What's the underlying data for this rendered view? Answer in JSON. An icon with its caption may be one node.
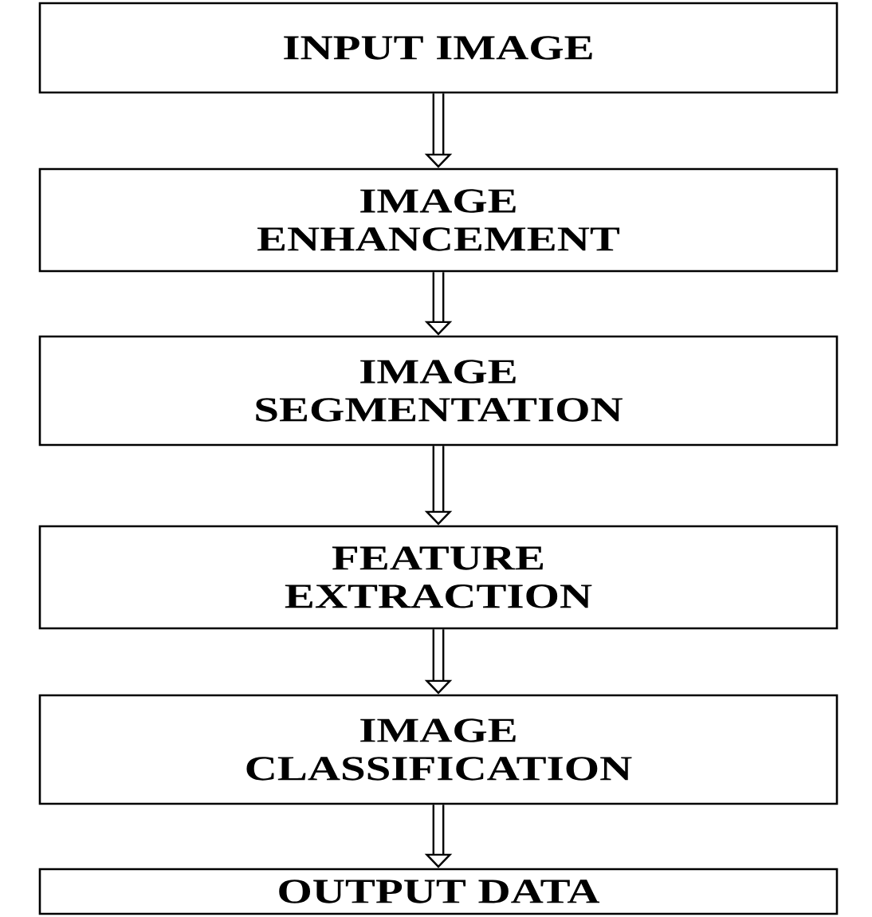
{
  "diagram": {
    "nodes": [
      {
        "text": [
          "INPUT IMAGE"
        ]
      },
      {
        "text": [
          "IMAGE ENHANCEMENT"
        ]
      },
      {
        "text": [
          "IMAGE SEGMENTATION"
        ]
      },
      {
        "text": [
          "FEATURE EXTRACTION"
        ]
      },
      {
        "text": [
          "IMAGE CLASSIFICATION"
        ]
      },
      {
        "text": [
          "OUTPUT DATA"
        ]
      }
    ],
    "edges": [
      {
        "from": 0,
        "to": 1,
        "arrow": "to"
      },
      {
        "from": 1,
        "to": 2,
        "arrow": "to"
      },
      {
        "from": 2,
        "to": 3,
        "arrow": "to"
      },
      {
        "from": 3,
        "to": 4,
        "arrow": "to"
      },
      {
        "from": 4,
        "to": 5,
        "arrow": "to"
      }
    ]
  }
}
